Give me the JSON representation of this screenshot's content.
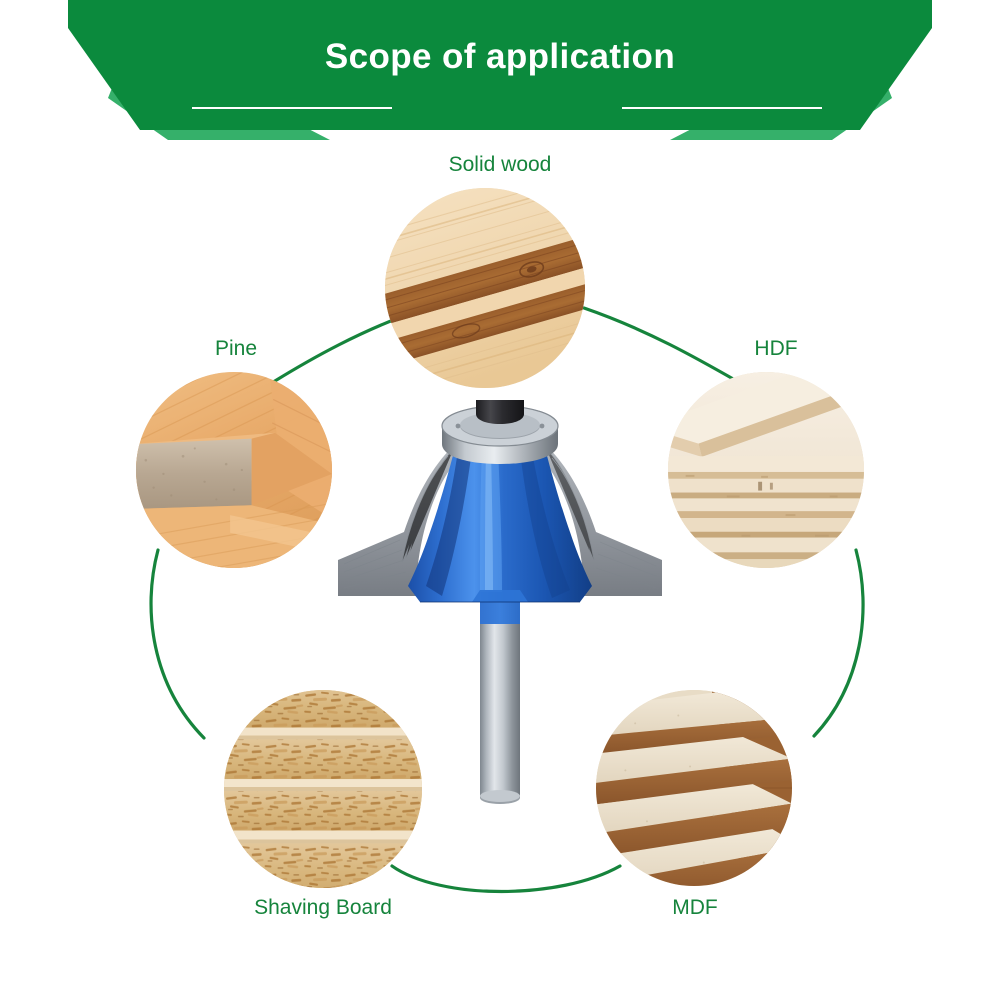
{
  "header": {
    "title": "Scope of application",
    "background_color": "#0B8A3D",
    "accent_color": "#35B06A",
    "title_color": "#FFFFFF",
    "rule_color": "#FFFFFF"
  },
  "diagram": {
    "ring_color": "#16843C",
    "label_color": "#16843C",
    "center_item": "roundover-router-bit",
    "center_colors": {
      "body": "#1B62C4",
      "carbide": "#8D9199",
      "shank": "#B9BEC4",
      "bearing": "#9BA1A8",
      "bearing_cap": "#2A2A2D"
    },
    "nodes": [
      {
        "id": "solid-wood",
        "label": "Solid wood",
        "position": "top",
        "texture": "light-wood-with-dark-diagonal-stripes",
        "colors": [
          "#F3DCB5",
          "#E9C893",
          "#8A5528",
          "#A66B33"
        ]
      },
      {
        "id": "hdf",
        "label": "HDF",
        "position": "right-top",
        "texture": "stacked-layered-panels",
        "colors": [
          "#F2E4D2",
          "#E2CBAE",
          "#C8A87F",
          "#B08E63"
        ]
      },
      {
        "id": "pine",
        "label": "Pine",
        "position": "left-top",
        "texture": "pine-lumber-cut-end",
        "colors": [
          "#EDB87A",
          "#E0A164",
          "#A59080",
          "#C9B49F"
        ]
      },
      {
        "id": "mdf",
        "label": "MDF",
        "position": "right-bottom",
        "texture": "stacked-mdf-boards",
        "colors": [
          "#EDE4D3",
          "#E3D6C0",
          "#8E5B30",
          "#A9703D"
        ]
      },
      {
        "id": "shaving-board",
        "label": "Shaving Board",
        "position": "left-bottom",
        "texture": "particleboard-chipboard-bands",
        "colors": [
          "#E8CFA5",
          "#D4B380",
          "#B98F52",
          "#F0E2CB"
        ]
      }
    ]
  }
}
